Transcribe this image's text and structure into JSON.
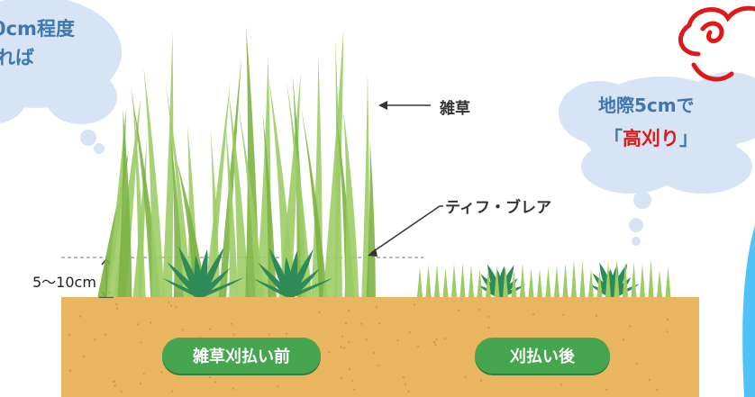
{
  "left_bubble": {
    "line1": "0cm程度",
    "line2": "れば"
  },
  "right_bubble": {
    "line1": "地際5cmで",
    "line2_open": "「",
    "line2_red": "高刈り",
    "line2_close": "」"
  },
  "labels": {
    "weeds": "雑草",
    "tifblair": "ティフ・ブレア",
    "height": "5〜10cm"
  },
  "ground": {
    "before": "雑草刈払い前",
    "after": "刈払い後"
  },
  "colors": {
    "soil": "#e9b560",
    "soil_dots": "#d59a40",
    "weed": "#9ccc65",
    "weed_dark": "#7cb342",
    "tifblair": "#2e8b57",
    "pill": "#45a64f",
    "bubble": "#d6e4f6",
    "accent_red": "#e01818",
    "cyan_bar": "#4fc3f7"
  }
}
